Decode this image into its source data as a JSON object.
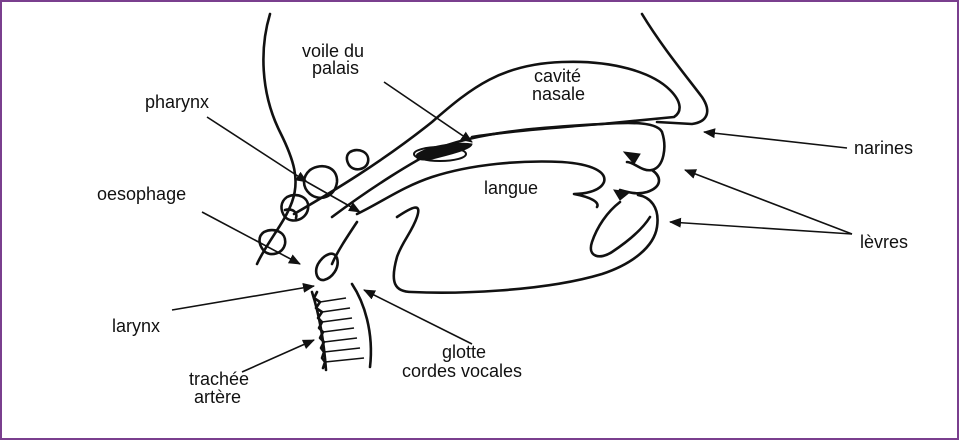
{
  "labels": {
    "voile_du_palais": [
      "voile du",
      "palais"
    ],
    "cavite_nasale": [
      "cavité",
      "nasale"
    ],
    "pharynx": "pharynx",
    "oesophage": "oesophage",
    "langue": "langue",
    "narines": "narines",
    "levres": "lèvres",
    "larynx": "larynx",
    "trachee_artere": [
      "trachée",
      "artère"
    ],
    "glotte_cordes_vocales": [
      "glotte",
      "cordes vocales"
    ]
  },
  "colors": {
    "border": "#7a3f8e",
    "ink": "#111111",
    "background": "#ffffff"
  }
}
